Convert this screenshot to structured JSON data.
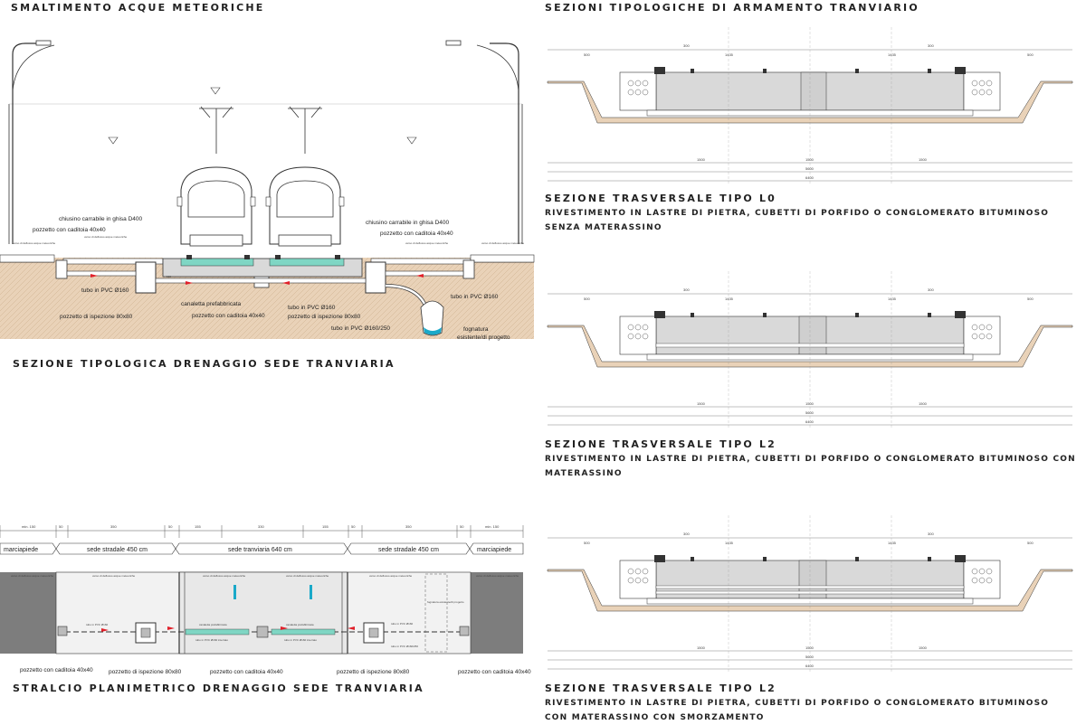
{
  "titles": {
    "top_left": "SMALTIMENTO ACQUE METEORICHE",
    "top_right": "SEZIONI TIPOLOGICHE DI ARMAMENTO TRANVIARIO",
    "section_drainage": "SEZIONE TIPOLOGICA DRENAGGIO SEDE TRANVIARIA",
    "plan_drainage": "STRALCIO PLANIMETRICO DRENAGGIO SEDE TRANVIARIA"
  },
  "sections": [
    {
      "title": "SEZIONE TRASVERSALE TIPO L0",
      "subtitle": "RIVESTIMENTO IN LASTRE DI PIETRA, CUBETTI DI PORFIDO O CONGLOMERATO BITUMINOSO SENZA MATERASSINO"
    },
    {
      "title": "SEZIONE TRASVERSALE TIPO L2",
      "subtitle": "RIVESTIMENTO IN LASTRE DI PIETRA, CUBETTI DI PORFIDO O CONGLOMERATO BITUMINOSO CON MATERASSINO"
    },
    {
      "title": "SEZIONE TRASVERSALE TIPO L2",
      "subtitle": "RIVESTIMENTO IN LASTRE DI PIETRA, CUBETTI DI PORFIDO O CONGLOMERATO BITUMINOSO CON MATERASSINO CON SMORZAMENTO"
    }
  ],
  "drainage_section": {
    "labels": {
      "verso_left": "verso di deflusso acque meteoriche",
      "verso_mid_left": "verso di deflusso acque meteoriche",
      "verso_mid_right": "verso di deflusso acque meteoriche",
      "verso_right": "verso di deflusso acque meteoriche",
      "chiusino_left": "chiusino carrabile in ghisa D400",
      "chiusino_right": "chiusino carrabile in ghisa D400",
      "pozzetto_left": "pozzetto con caditoia 40x40",
      "pozzetto_right": "pozzetto con caditoia 40x40",
      "tubo_left": "tubo in PVC Ø160",
      "tubo_right": "tubo in PVC Ø160",
      "tubo_mid": "tubo in PVC Ø160",
      "tubo_bend": "tubo in PVC Ø160/250",
      "ispezione": "pozzetto di ispezione 80x80",
      "canaletta": "canaletta prefabbricata",
      "pozzetto_mid": "pozzetto con caditoia 40x40",
      "ispezione_mid": "pozzetto di ispezione 80x80",
      "fognatura_1": "fognatura",
      "fognatura_2": "esistente/di progetto",
      "dim_100": "100"
    }
  },
  "plan": {
    "dims": [
      "min. 150",
      "50",
      "350",
      "50",
      "155",
      "330",
      "155",
      "50",
      "350",
      "50",
      "min. 150"
    ],
    "bands": [
      "marciapiede",
      "sede stradale 450 cm",
      "sede tranviaria 640 cm",
      "sede stradale 450 cm",
      "marciapiede"
    ],
    "labels": {
      "verso_1": "verso di deflusso acque meteoriche",
      "verso_2": "verso di deflusso acque meteoriche",
      "verso_3": "verso di deflusso acque meteoriche",
      "verso_4": "verso di deflusso acque meteoriche",
      "verso_5": "verso di deflusso acque meteoriche",
      "verso_6": "verso di deflusso acque meteoriche",
      "tubo_left": "tubo in PVC Ø160",
      "canaletta_1": "canaletta prefabbricata",
      "canaletta_2": "canaletta prefabbricata",
      "tubo_int_1": "tubo in PVC Ø160 interrato",
      "tubo_int_2": "tubo in PVC Ø160 interrato",
      "tubo_right": "tubo in PVC Ø160",
      "tubo_right_2": "tubo in PVC Ø160/250",
      "fognatura": "fognatura esistente/di progetto",
      "bottom_1": "pozzetto con caditoia 40x40",
      "bottom_2": "pozzetto di ispezione 80x80",
      "bottom_3": "pozzetto con caditoia 40x40",
      "bottom_4": "pozzetto di ispezione 80x80",
      "bottom_5": "pozzetto con caditoia 40x40"
    }
  },
  "track_dims": {
    "top": [
      "300",
      "1435",
      "1435",
      "300"
    ],
    "side": [
      "500",
      "500"
    ],
    "bottom": [
      "1500",
      "1500",
      "1500"
    ],
    "total": [
      "5600",
      "6400"
    ]
  },
  "colors": {
    "soil": "#e9d2b8",
    "concrete": "#d9d9d9",
    "channel": "#7fd6c4",
    "water": "#1aa9c9",
    "arrow": "#e0202a",
    "sidewalk": "#7d7d7d",
    "road": "#f2f2f2"
  }
}
